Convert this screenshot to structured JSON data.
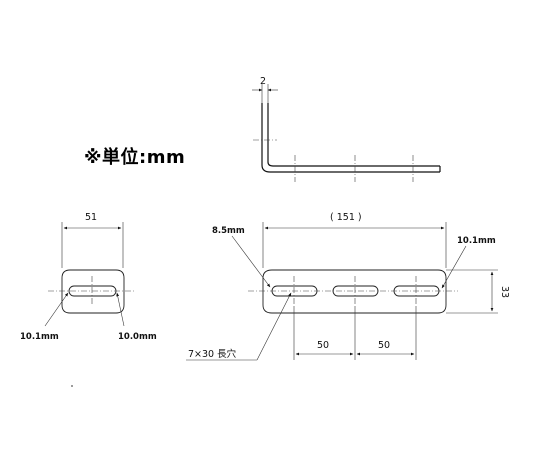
{
  "unit_note": "※単位:mm",
  "side_view": {
    "thickness_label": "2"
  },
  "small_part": {
    "width_label": "51",
    "left_label": "10.1mm",
    "right_label": "10.0mm"
  },
  "large_part": {
    "length_label": "( 151 )",
    "left_radius_label": "8.5mm",
    "right_radius_label": "10.1mm",
    "height_label": "33",
    "pitch_label_1": "50",
    "pitch_label_2": "50",
    "slot_label": "7×30 長穴"
  }
}
